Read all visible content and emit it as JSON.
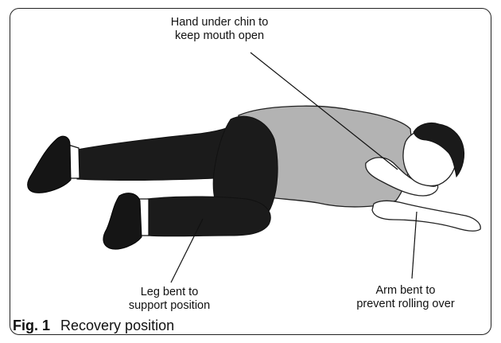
{
  "labels": {
    "chin": [
      "Hand under chin to",
      "keep mouth open"
    ],
    "leg": [
      "Leg bent to",
      "support position"
    ],
    "arm": [
      "Arm bent to",
      "prevent rolling over"
    ]
  },
  "caption": {
    "figure_label": "Fig. 1",
    "title": "Recovery position"
  }
}
